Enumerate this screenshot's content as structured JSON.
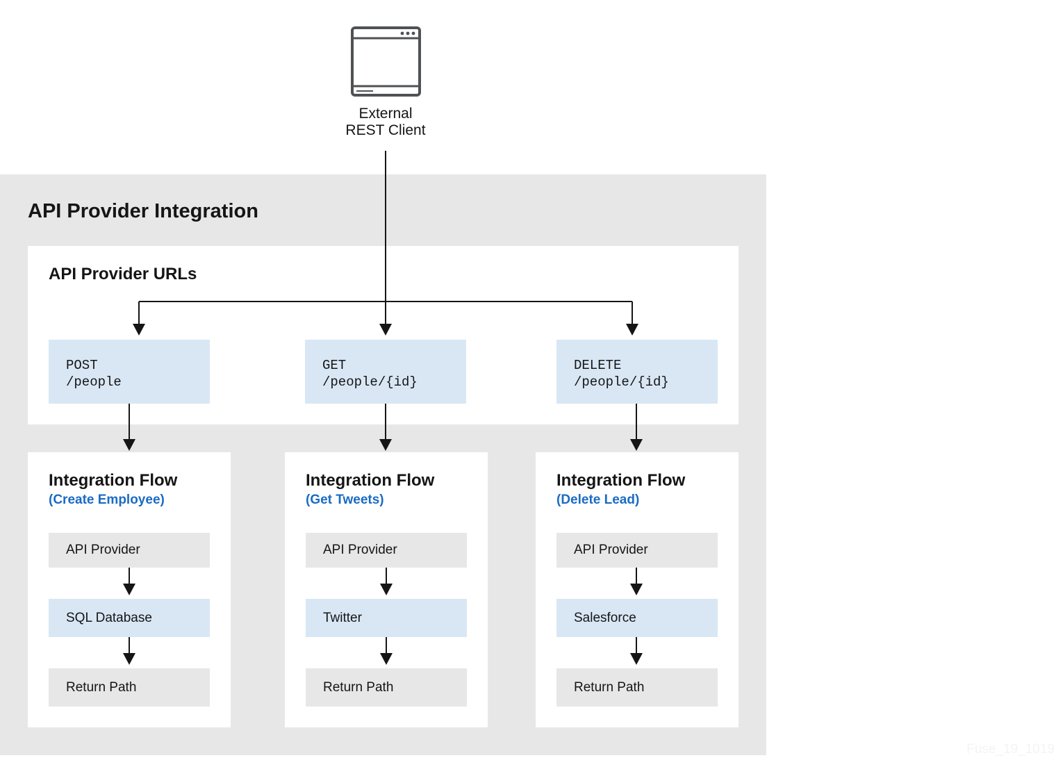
{
  "client": {
    "icon": "browser-window-icon",
    "label_line1": "External",
    "label_line2": "REST Client"
  },
  "main_title": "API Provider Integration",
  "urls_title": "API Provider URLs",
  "endpoints": [
    {
      "method": "POST",
      "path": "/people"
    },
    {
      "method": "GET",
      "path": "/people/{id}"
    },
    {
      "method": "DELETE",
      "path": "/people/{id}"
    }
  ],
  "flows": [
    {
      "title": "Integration Flow",
      "subtitle": "(Create Employee)",
      "steps": [
        "API Provider",
        "SQL Database",
        "Return Path"
      ]
    },
    {
      "title": "Integration Flow",
      "subtitle": "(Get Tweets)",
      "steps": [
        "API Provider",
        "Twitter",
        "Return Path"
      ]
    },
    {
      "title": "Integration Flow",
      "subtitle": "(Delete Lead)",
      "steps": [
        "API Provider",
        "Salesforce",
        "Return Path"
      ]
    }
  ],
  "watermark": "Fuse_19_1019",
  "colors": {
    "container_gray": "#e7e7e7",
    "endpoint_blue": "#d9e7f5",
    "subtitle_blue": "#1a6bc4"
  }
}
